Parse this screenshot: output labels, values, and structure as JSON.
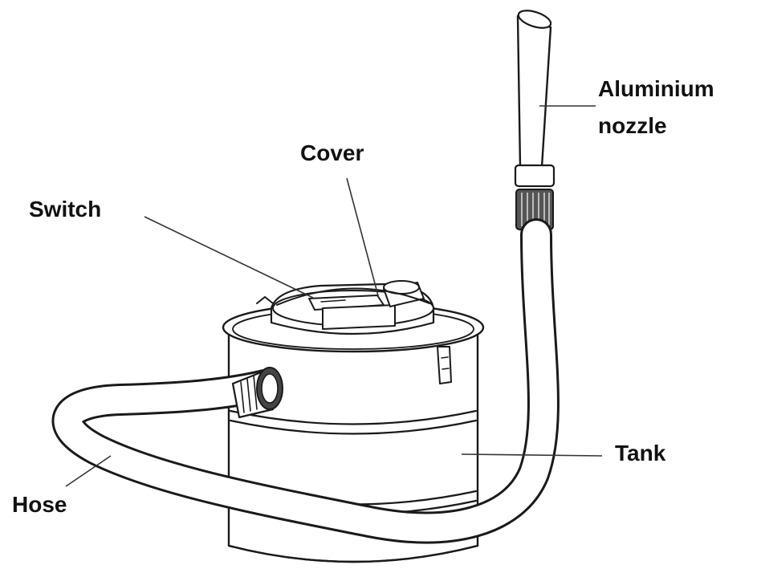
{
  "diagram": {
    "labels": {
      "nozzle_line1": "Aluminium",
      "nozzle_line2": "nozzle",
      "cover": "Cover",
      "switch": "Switch",
      "tank": "Tank",
      "hose": "Hose"
    },
    "colors": {
      "ink": "#1a1a1a",
      "background": "#ffffff",
      "shade": "#555555"
    }
  }
}
